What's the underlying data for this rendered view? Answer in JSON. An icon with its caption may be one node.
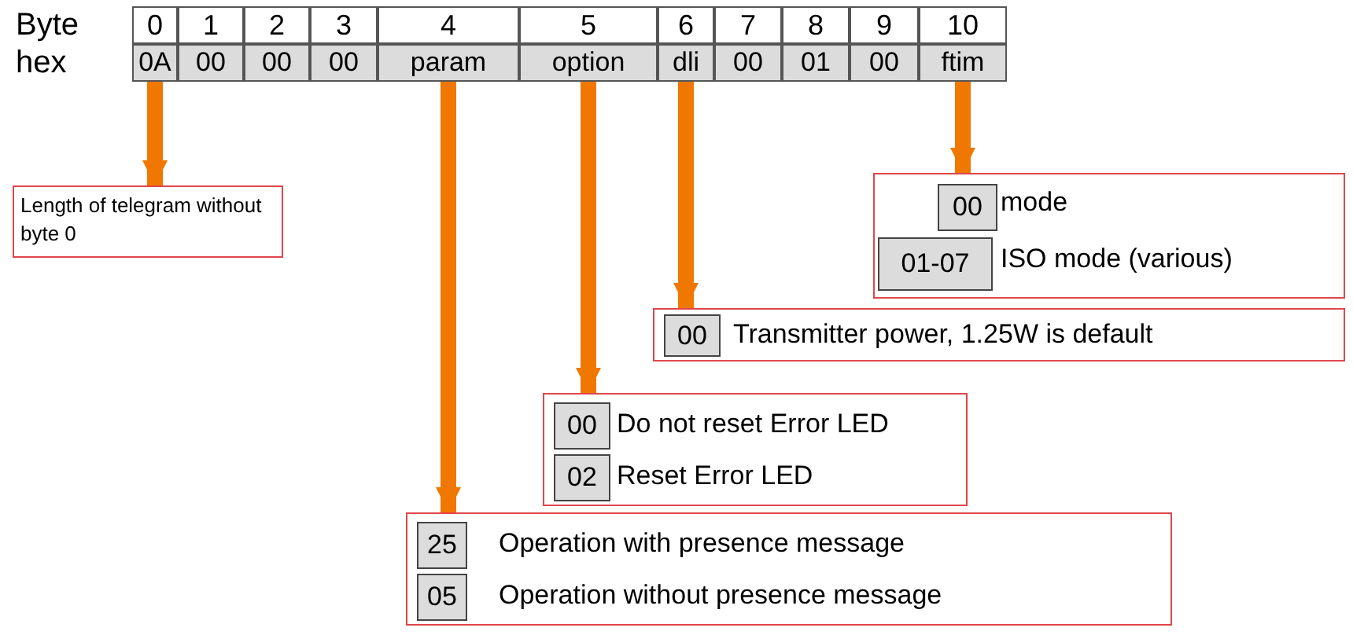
{
  "diagram": {
    "nodes": [
      {
        "text": [
          "0A"
        ]
      },
      {
        "text": [
          "00"
        ]
      },
      {
        "text": [
          "00"
        ]
      },
      {
        "text": [
          "00"
        ]
      },
      {
        "text": [
          "param"
        ]
      },
      {
        "text": [
          "option"
        ]
      },
      {
        "text": [
          "dli"
        ]
      },
      {
        "text": [
          "00"
        ]
      },
      {
        "text": [
          "01"
        ]
      },
      {
        "text": [
          "00"
        ]
      },
      {
        "text": [
          "ftim"
        ]
      },
      {
        "text": [
          "Length of telegram without byte 0"
        ]
      },
      {
        "text": [],
        "shape": "box"
      },
      {
        "text": [
          "00"
        ],
        "in": 12,
        "beside": [
          "mode"
        ]
      },
      {
        "text": [
          "01-07"
        ],
        "in": 12,
        "beside": [
          "ISO mode (various)"
        ]
      },
      {
        "text": [],
        "shape": "box"
      },
      {
        "text": [
          "00"
        ],
        "in": 15,
        "beside": [
          "Transmitter power, 1.25W is default"
        ]
      },
      {
        "text": [],
        "shape": "box"
      },
      {
        "text": [
          "00"
        ],
        "in": 17,
        "beside": [
          "Do not reset Error LED"
        ]
      },
      {
        "text": [
          "02"
        ],
        "in": 17,
        "beside": [
          "Reset Error LED"
        ]
      },
      {
        "text": [],
        "shape": "box"
      },
      {
        "text": [
          "25"
        ],
        "in": 20,
        "beside": [
          "Operation with presence message"
        ]
      },
      {
        "text": [
          "05"
        ],
        "in": 20,
        "beside": [
          "Operation without presence message"
        ]
      }
    ],
    "edges": [
      {
        "from": 0,
        "to": 11,
        "arrow": "to"
      },
      {
        "from": 10,
        "to": 12,
        "arrow": "to"
      },
      {
        "from": 6,
        "to": 15,
        "arrow": "to"
      },
      {
        "from": 5,
        "to": 17,
        "arrow": "to"
      },
      {
        "from": 4,
        "to": 20,
        "arrow": "to"
      }
    ],
    "labels": [
      "Byte",
      "0",
      "1",
      "2",
      "3",
      "4",
      "5",
      "6",
      "7",
      "8",
      "9",
      "10",
      "hex"
    ]
  }
}
